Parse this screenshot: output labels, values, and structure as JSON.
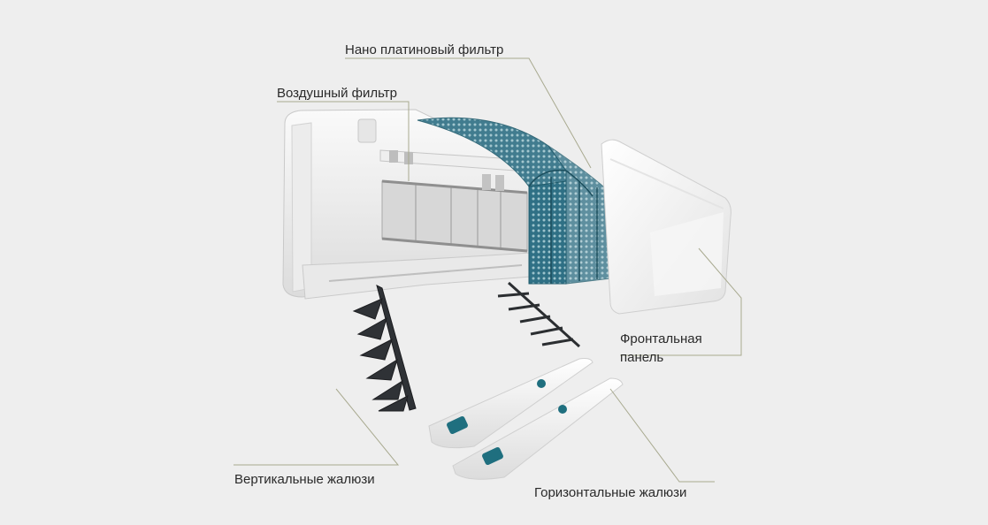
{
  "labels": {
    "nano_filter": "Нано платиновый фильтр",
    "air_filter": "Воздушный фильтр",
    "front_panel": "Фронтальная панель",
    "vertical_louvers": "Вертикальные жалюзи",
    "horizontal_louvers": "Горизонтальные жалюзи"
  },
  "colors": {
    "background": "#eeeeee",
    "unit_body": "#f4f4f4",
    "filter_mesh": "#3f7f92",
    "louver_dark": "#2f3236",
    "motor_teal": "#1f6f7f",
    "leader_line": "#a8a98f"
  }
}
